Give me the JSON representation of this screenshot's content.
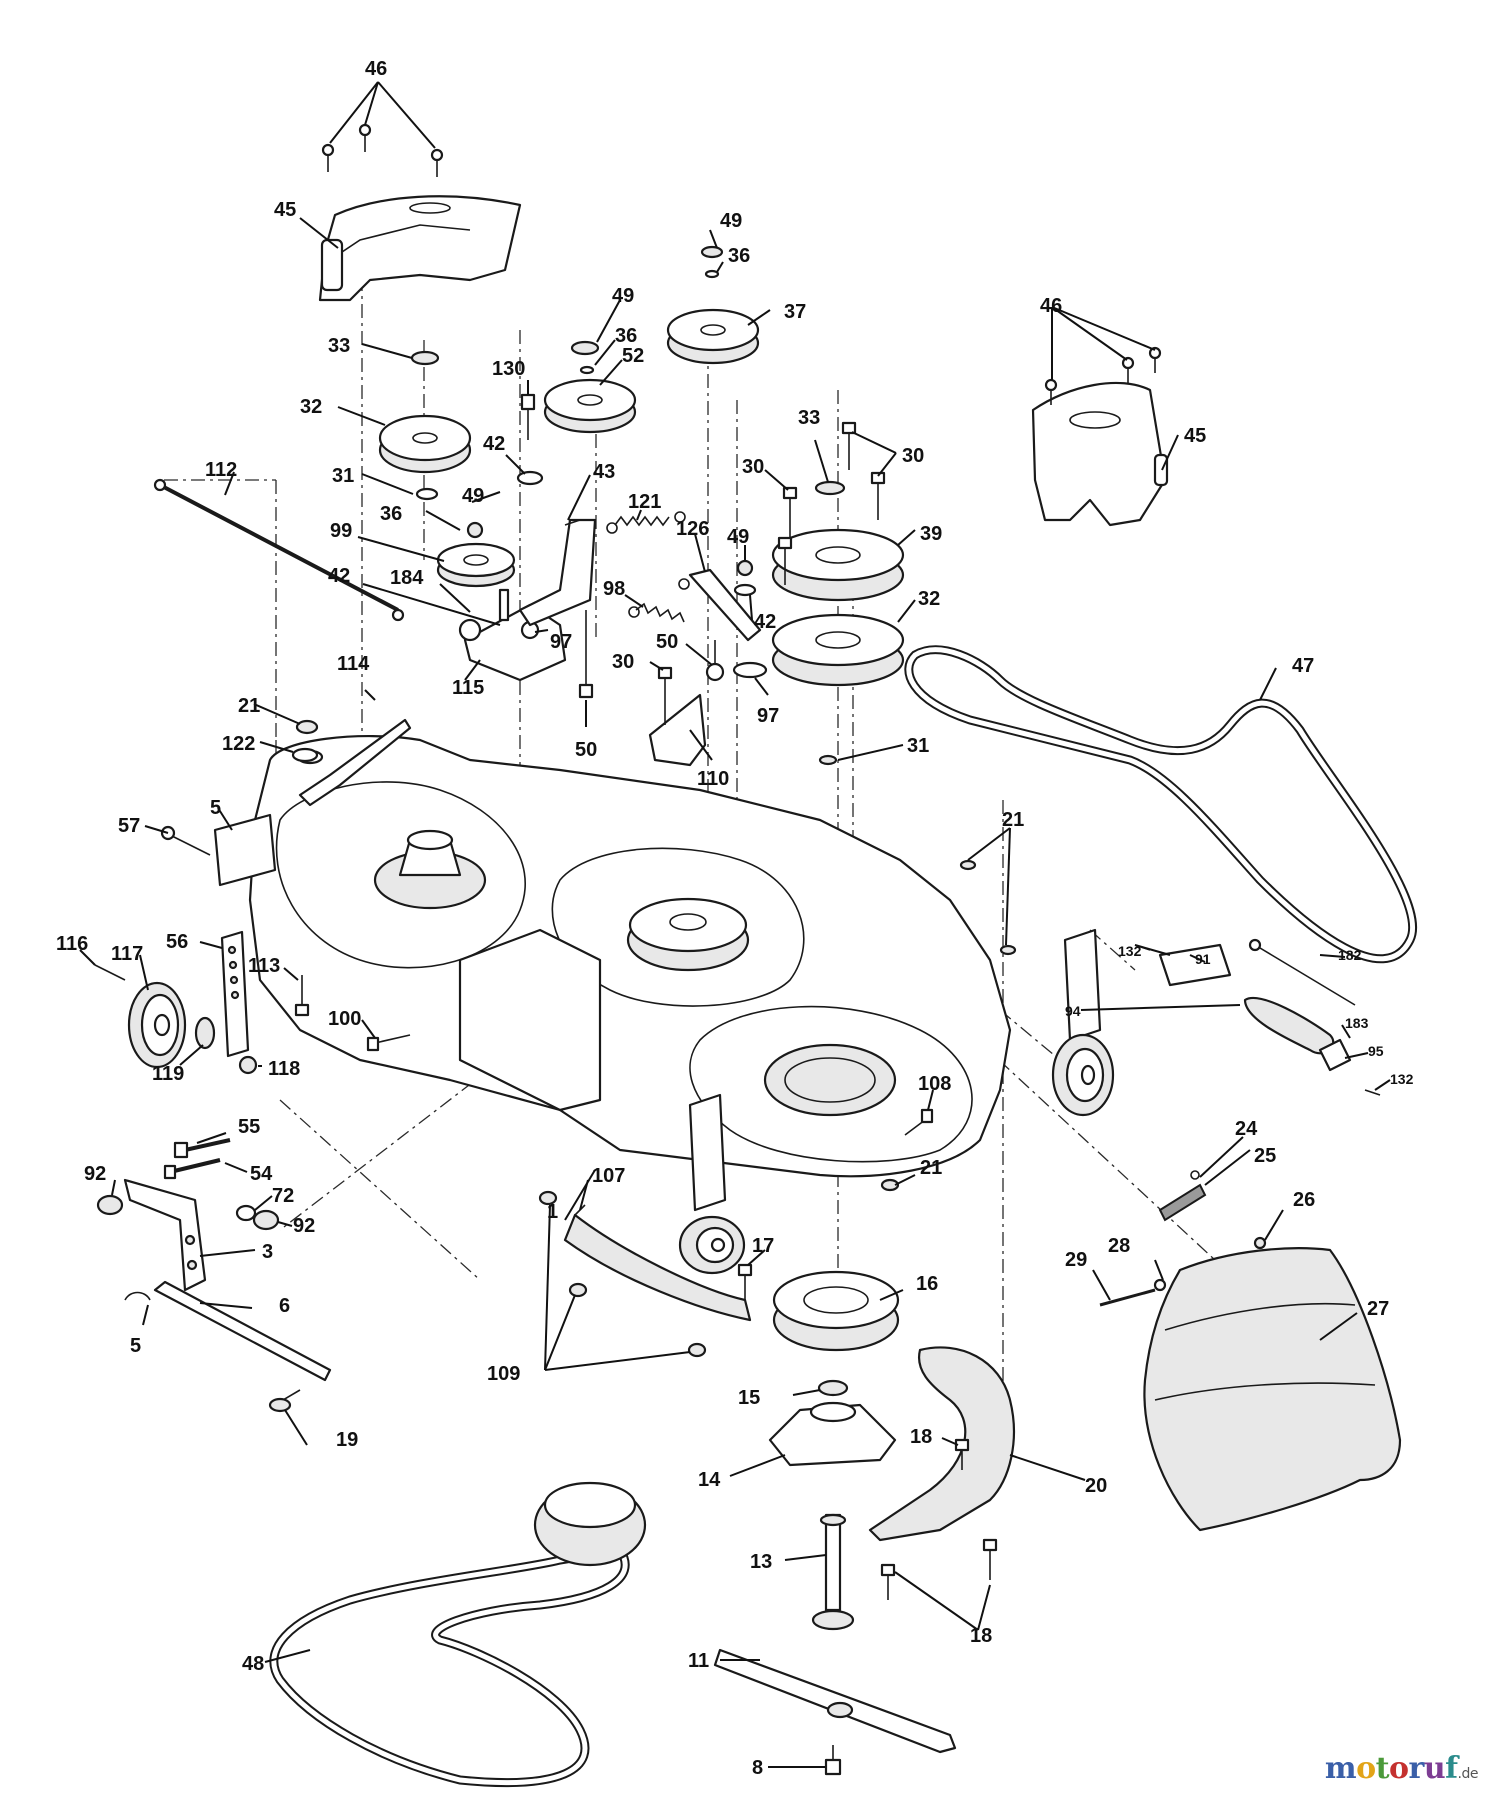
{
  "diagram": {
    "callouts": [
      {
        "id": "c46a",
        "text": "46"
      },
      {
        "id": "c45a",
        "text": "45"
      },
      {
        "id": "c33a",
        "text": "33"
      },
      {
        "id": "c32a",
        "text": "32"
      },
      {
        "id": "c31a",
        "text": "31"
      },
      {
        "id": "c36a",
        "text": "36"
      },
      {
        "id": "c49a",
        "text": "49"
      },
      {
        "id": "c99",
        "text": "99"
      },
      {
        "id": "c184",
        "text": "184"
      },
      {
        "id": "c42a",
        "text": "42"
      },
      {
        "id": "c112",
        "text": "112"
      },
      {
        "id": "c130",
        "text": "130"
      },
      {
        "id": "c42b",
        "text": "42"
      },
      {
        "id": "c43",
        "text": "43"
      },
      {
        "id": "c49b",
        "text": "49"
      },
      {
        "id": "c36b",
        "text": "36"
      },
      {
        "id": "c52",
        "text": "52"
      },
      {
        "id": "c49c",
        "text": "49"
      },
      {
        "id": "c36c",
        "text": "36"
      },
      {
        "id": "c37",
        "text": "37"
      },
      {
        "id": "c121",
        "text": "121"
      },
      {
        "id": "c98",
        "text": "98"
      },
      {
        "id": "c97a",
        "text": "97"
      },
      {
        "id": "c115",
        "text": "115"
      },
      {
        "id": "c126",
        "text": "126"
      },
      {
        "id": "c49d",
        "text": "49"
      },
      {
        "id": "c42c",
        "text": "42"
      },
      {
        "id": "c50a",
        "text": "50"
      },
      {
        "id": "c97b",
        "text": "97"
      },
      {
        "id": "c30a",
        "text": "30"
      },
      {
        "id": "c50b",
        "text": "50"
      },
      {
        "id": "c110",
        "text": "110"
      },
      {
        "id": "c33b",
        "text": "33"
      },
      {
        "id": "c30b",
        "text": "30"
      },
      {
        "id": "c30c",
        "text": "30"
      },
      {
        "id": "c39",
        "text": "39"
      },
      {
        "id": "c32b",
        "text": "32"
      },
      {
        "id": "c31b",
        "text": "31"
      },
      {
        "id": "c46b",
        "text": "46"
      },
      {
        "id": "c45b",
        "text": "45"
      },
      {
        "id": "c47",
        "text": "47"
      },
      {
        "id": "c114",
        "text": "114"
      },
      {
        "id": "c21a",
        "text": "21"
      },
      {
        "id": "c122",
        "text": "122"
      },
      {
        "id": "c5a",
        "text": "5"
      },
      {
        "id": "c57",
        "text": "57"
      },
      {
        "id": "c116",
        "text": "116"
      },
      {
        "id": "c117",
        "text": "117"
      },
      {
        "id": "c56",
        "text": "56"
      },
      {
        "id": "c113",
        "text": "113"
      },
      {
        "id": "c100",
        "text": "100"
      },
      {
        "id": "c119",
        "text": "119"
      },
      {
        "id": "c118",
        "text": "118"
      },
      {
        "id": "c21b",
        "text": "21"
      },
      {
        "id": "c132a",
        "text": "132"
      },
      {
        "id": "c91",
        "text": "91"
      },
      {
        "id": "c182",
        "text": "182"
      },
      {
        "id": "c94",
        "text": "94"
      },
      {
        "id": "c183",
        "text": "183"
      },
      {
        "id": "c95",
        "text": "95"
      },
      {
        "id": "c132b",
        "text": "132"
      },
      {
        "id": "c108",
        "text": "108"
      },
      {
        "id": "c24",
        "text": "24"
      },
      {
        "id": "c25",
        "text": "25"
      },
      {
        "id": "c21c",
        "text": "21"
      },
      {
        "id": "c26",
        "text": "26"
      },
      {
        "id": "c55",
        "text": "55"
      },
      {
        "id": "c92a",
        "text": "92"
      },
      {
        "id": "c54",
        "text": "54"
      },
      {
        "id": "c72",
        "text": "72"
      },
      {
        "id": "c92b",
        "text": "92"
      },
      {
        "id": "c3",
        "text": "3"
      },
      {
        "id": "c1",
        "text": "1"
      },
      {
        "id": "c107",
        "text": "107"
      },
      {
        "id": "c17",
        "text": "17"
      },
      {
        "id": "c16",
        "text": "16"
      },
      {
        "id": "c28",
        "text": "28"
      },
      {
        "id": "c29",
        "text": "29"
      },
      {
        "id": "c27",
        "text": "27"
      },
      {
        "id": "c6",
        "text": "6"
      },
      {
        "id": "c5b",
        "text": "5"
      },
      {
        "id": "c109",
        "text": "109"
      },
      {
        "id": "c15",
        "text": "15"
      },
      {
        "id": "c19",
        "text": "19"
      },
      {
        "id": "c18a",
        "text": "18"
      },
      {
        "id": "c14",
        "text": "14"
      },
      {
        "id": "c20",
        "text": "20"
      },
      {
        "id": "c13",
        "text": "13"
      },
      {
        "id": "c48",
        "text": "48"
      },
      {
        "id": "c11",
        "text": "11"
      },
      {
        "id": "c18b",
        "text": "18"
      },
      {
        "id": "c8",
        "text": "8"
      }
    ]
  },
  "watermark": {
    "text": "motoruf",
    "suffix": ".de",
    "colors": [
      "#3a5fa8",
      "#e2a418",
      "#4b9a3a",
      "#c4312f",
      "#3a5fa8",
      "#7d3d93",
      "#2b8c8c"
    ]
  }
}
